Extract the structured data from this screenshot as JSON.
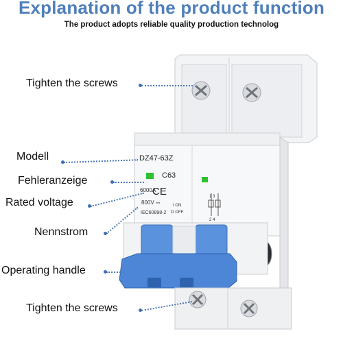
{
  "header": {
    "title": "Explanation of the product function",
    "subtitle": "The product adopts reliable quality production technolog"
  },
  "callouts": {
    "tighten_top": "Tighten the screws",
    "modell": "Modell",
    "fehleranzeige": "Fehleranzeige",
    "rated_voltage": "Rated voltage",
    "nennstrom": "Nennstrom",
    "operating_handle": "Operating handle",
    "tighten_bottom": "Tighten the screws"
  },
  "device": {
    "model": "DZ47-63Z",
    "current_rating": "C63",
    "ce_mark": "CE",
    "breaking_capacity": "6000A",
    "voltage": "800V ⎓",
    "standard": "IEC60898-2",
    "switch_on": "I ON",
    "switch_off": "O OFF",
    "terminal_top": "1 3",
    "terminal_bottom": "2 4"
  },
  "colors": {
    "title": "#4f7fba",
    "leader": "#4a78b8",
    "handle": "#4d86d6",
    "indicator": "#2fbf2f"
  }
}
